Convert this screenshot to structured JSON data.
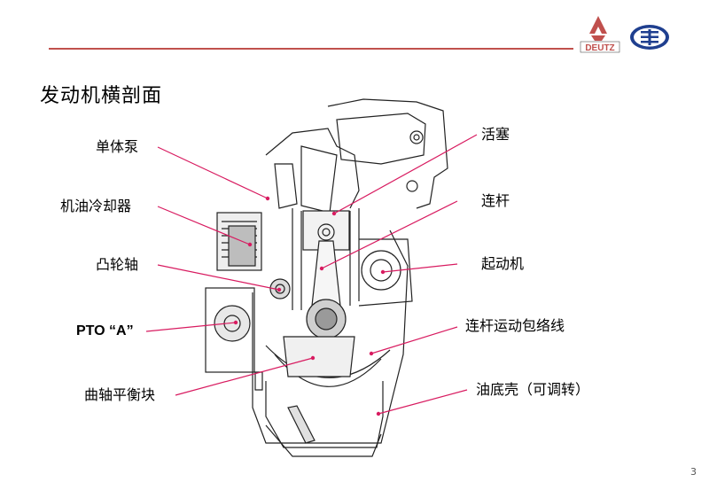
{
  "slide": {
    "title": "发动机横剖面",
    "page_number": "3",
    "logo_text": "DEUTZ",
    "accent_color": "#c0504d",
    "leader_color": "#d81b60"
  },
  "callouts_left": [
    {
      "label": "单体泵"
    },
    {
      "label": "机油冷却器"
    },
    {
      "label": "凸轮轴"
    },
    {
      "label": "PTO “A”"
    },
    {
      "label": "曲轴平衡块"
    }
  ],
  "callouts_right": [
    {
      "label": "活塞"
    },
    {
      "label": "连杆"
    },
    {
      "label": "起动机"
    },
    {
      "label": "连杆运动包络线"
    },
    {
      "label": "油底壳（可调转）"
    }
  ]
}
